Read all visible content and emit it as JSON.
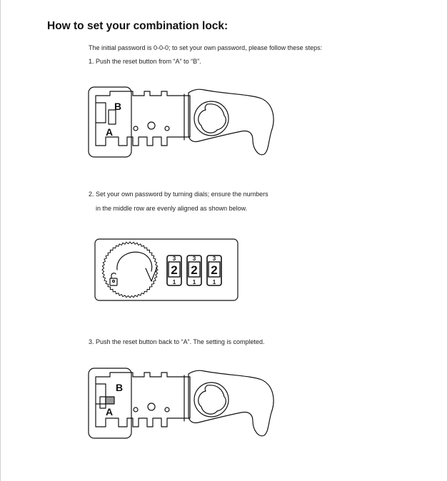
{
  "document": {
    "title": "How to set your combination lock:",
    "intro": "The initial password is 0-0-0; to set your own password, please follow these steps:",
    "step1": "1. Push the reset button from “A” to “B”.",
    "step2_line1": "2. Set your own password by turning dials; ensure the numbers",
    "step2_line2": "in the middle row are evenly aligned as shown below.",
    "step3": "3. Push the reset button back to “A”. The setting is completed."
  },
  "figure1": {
    "label_b": "B",
    "label_a": "A"
  },
  "figure2": {
    "dials": [
      {
        "top": "3",
        "middle": "2",
        "bottom": "1"
      },
      {
        "top": "3",
        "middle": "2",
        "bottom": "1"
      },
      {
        "top": "3",
        "middle": "2",
        "bottom": "1"
      }
    ]
  },
  "figure3": {
    "label_b": "B",
    "label_a": "A"
  },
  "colors": {
    "ink": "#111111",
    "slider_fill": "#9a9a9a"
  }
}
